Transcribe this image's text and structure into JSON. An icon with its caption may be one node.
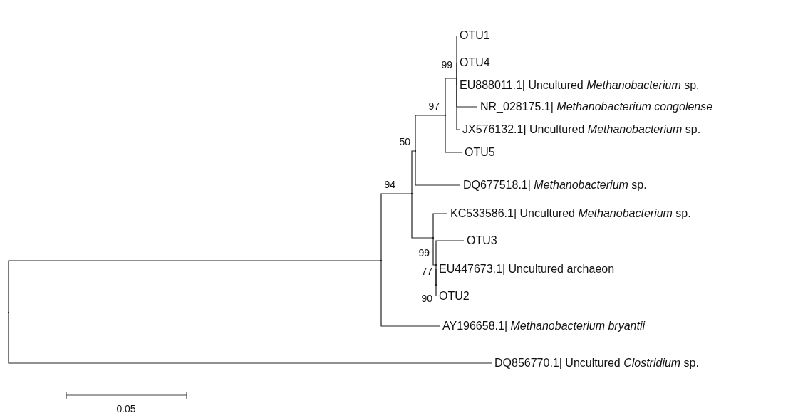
{
  "diagram": {
    "nodes": [
      {
        "text": [
          "OTU1"
        ]
      },
      {
        "text": [
          "OTU4"
        ]
      },
      {
        "text": [
          "EU888011.1| Uncultured *Methanobacterium* sp."
        ]
      },
      {
        "text": [
          "NR_028175.1| *Methanobacterium congolense*"
        ]
      },
      {
        "text": [
          "JX576132.1| Uncultured *Methanobacterium* sp."
        ]
      },
      {
        "text": [
          "OTU5"
        ]
      },
      {
        "text": [
          "DQ677518.1| *Methanobacterium* sp."
        ]
      },
      {
        "text": [
          "KC533586.1| Uncultured *Methanobacterium* sp."
        ]
      },
      {
        "text": [
          "OTU3"
        ]
      },
      {
        "text": [
          "EU447673.1| Uncultured archaeon"
        ]
      },
      {
        "text": [
          "OTU2"
        ]
      },
      {
        "text": [
          "AY196658.1| *Methanobacterium bryantii*"
        ]
      },
      {
        "text": [
          "DQ856770.1| Uncultured *Clostridium* sp."
        ]
      },
      {
        "text": [],
        "shape": "point"
      },
      {
        "text": [],
        "shape": "point"
      },
      {
        "text": [],
        "shape": "point",
        "beside": [
          "94"
        ]
      },
      {
        "text": [],
        "shape": "point",
        "beside": [
          "50"
        ]
      },
      {
        "text": [],
        "shape": "point",
        "beside": [
          "97"
        ]
      },
      {
        "text": [],
        "shape": "point",
        "beside": [
          "99"
        ]
      },
      {
        "text": [],
        "shape": "point",
        "beside": [
          "99"
        ]
      },
      {
        "text": [],
        "shape": "point",
        "beside": [
          "77"
        ]
      },
      {
        "text": [],
        "shape": "point",
        "beside": [
          "90"
        ]
      }
    ],
    "edges": [
      {
        "from": 13,
        "to": 14,
        "arrow": "none"
      },
      {
        "from": 13,
        "to": 12,
        "arrow": "none"
      },
      {
        "from": 14,
        "to": 15,
        "arrow": "none"
      },
      {
        "from": 14,
        "to": 11,
        "arrow": "none"
      },
      {
        "from": 15,
        "to": 16,
        "arrow": "none"
      },
      {
        "from": 15,
        "to": 19,
        "arrow": "none"
      },
      {
        "from": 16,
        "to": 17,
        "arrow": "none"
      },
      {
        "from": 16,
        "to": 6,
        "arrow": "none"
      },
      {
        "from": 17,
        "to": 18,
        "arrow": "none"
      },
      {
        "from": 17,
        "to": 5,
        "arrow": "none"
      },
      {
        "from": 18,
        "to": 0,
        "arrow": "none"
      },
      {
        "from": 18,
        "to": 1,
        "arrow": "none"
      },
      {
        "from": 18,
        "to": 2,
        "arrow": "none"
      },
      {
        "from": 18,
        "to": 3,
        "arrow": "none"
      },
      {
        "from": 18,
        "to": 4,
        "arrow": "none"
      },
      {
        "from": 19,
        "to": 7,
        "arrow": "none"
      },
      {
        "from": 19,
        "to": 20,
        "arrow": "none"
      },
      {
        "from": 20,
        "to": 8,
        "arrow": "none"
      },
      {
        "from": 20,
        "to": 21,
        "arrow": "none"
      },
      {
        "from": 21,
        "to": 9,
        "arrow": "none"
      },
      {
        "from": 21,
        "to": 10,
        "arrow": "none"
      }
    ],
    "labels": [
      "0.05"
    ]
  }
}
